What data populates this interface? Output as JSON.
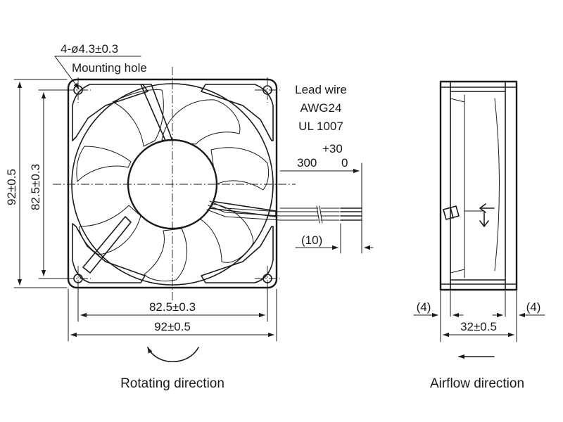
{
  "front_view": {
    "hole_spec": "4-ø4.3±0.3",
    "hole_label": "Mounting hole",
    "lead_wire": [
      "Lead wire",
      "AWG24",
      "UL 1007"
    ],
    "lead_tolerance_plus": "+30",
    "lead_length": "300",
    "lead_tolerance_minus": "0",
    "strip_length": "(10)",
    "height_outer": "92±0.5",
    "height_pitch": "82.5±0.3",
    "width_pitch": "82.5±0.3",
    "width_outer": "92±0.5",
    "caption": "Rotating direction"
  },
  "side_view": {
    "flange_left": "(4)",
    "flange_right": "(4)",
    "depth": "32±0.5",
    "caption": "Airflow direction"
  }
}
